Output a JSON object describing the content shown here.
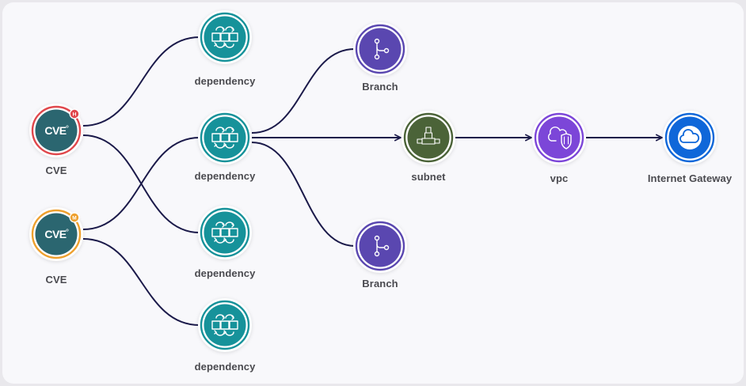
{
  "graph": {
    "edge_color": "#1b1a4a",
    "nodes": [
      {
        "id": "cve-h",
        "label": "CVE",
        "type": "cve",
        "fill": "#2b6670",
        "ring": "#e0474c",
        "badge": "H",
        "badge_color": "#e0474c"
      },
      {
        "id": "cve-m",
        "label": "CVE",
        "type": "cve",
        "fill": "#2b6670",
        "ring": "#eea02e",
        "badge": "M",
        "badge_color": "#eea02e"
      },
      {
        "id": "dep-1",
        "label": "dependency",
        "type": "dependency",
        "fill": "#16929a",
        "ring": "#16929a"
      },
      {
        "id": "dep-2",
        "label": "dependency",
        "type": "dependency",
        "fill": "#16929a",
        "ring": "#16929a"
      },
      {
        "id": "dep-3",
        "label": "dependency",
        "type": "dependency",
        "fill": "#16929a",
        "ring": "#16929a"
      },
      {
        "id": "dep-4",
        "label": "dependency",
        "type": "dependency",
        "fill": "#16929a",
        "ring": "#16929a"
      },
      {
        "id": "branch-1",
        "label": "Branch",
        "type": "branch",
        "fill": "#5a47b0",
        "ring": "#5a47b0"
      },
      {
        "id": "subnet",
        "label": "subnet",
        "type": "subnet",
        "fill": "#4b6338",
        "ring": "#4b6338"
      },
      {
        "id": "branch-2",
        "label": "Branch",
        "type": "branch",
        "fill": "#5a47b0",
        "ring": "#5a47b0"
      },
      {
        "id": "vpc",
        "label": "vpc",
        "type": "vpc",
        "fill": "#7c46d8",
        "ring": "#7c46d8"
      },
      {
        "id": "igw",
        "label": "Internet Gateway",
        "type": "gateway",
        "fill": "#0f67d9",
        "ring": "#0f67d9"
      }
    ],
    "edges": [
      {
        "from": "cve-h",
        "to": "dep-1",
        "arrow": false
      },
      {
        "from": "cve-h",
        "to": "dep-3",
        "arrow": false
      },
      {
        "from": "cve-m",
        "to": "dep-2",
        "arrow": false
      },
      {
        "from": "cve-m",
        "to": "dep-4",
        "arrow": false
      },
      {
        "from": "dep-2",
        "to": "branch-1",
        "arrow": false
      },
      {
        "from": "dep-2",
        "to": "subnet",
        "arrow": true
      },
      {
        "from": "dep-2",
        "to": "branch-2",
        "arrow": false
      },
      {
        "from": "subnet",
        "to": "vpc",
        "arrow": true
      },
      {
        "from": "vpc",
        "to": "igw",
        "arrow": true
      }
    ]
  }
}
